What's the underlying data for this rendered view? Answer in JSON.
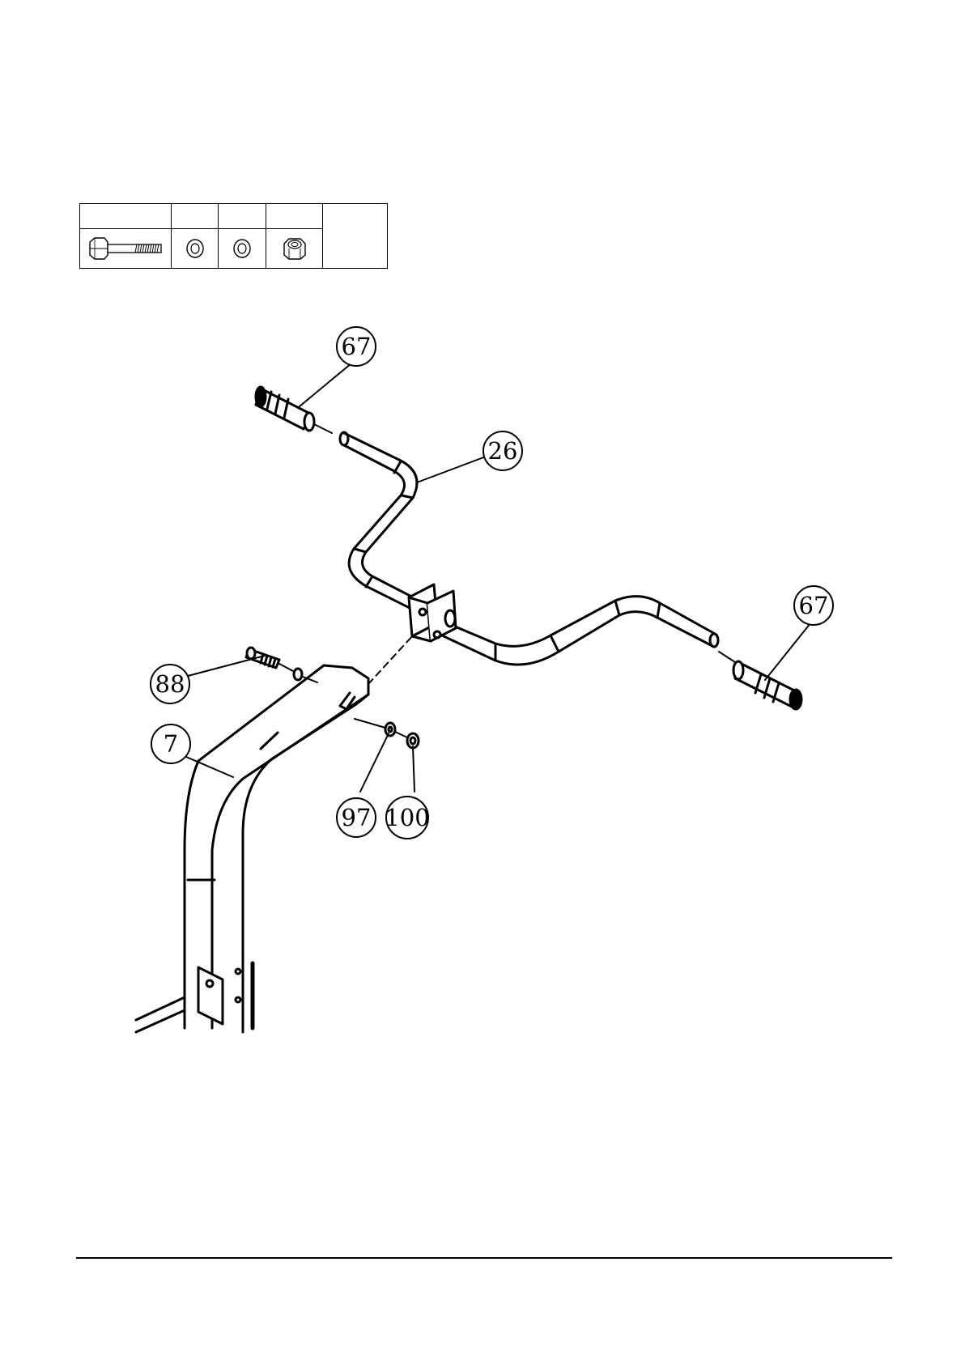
{
  "hardware_table": {
    "header_cells": [
      "",
      "",
      "",
      "",
      ""
    ],
    "items": [
      {
        "icon": "hex-bolt-icon"
      },
      {
        "icon": "flat-washer-icon"
      },
      {
        "icon": "flat-washer-icon"
      },
      {
        "icon": "lock-nut-icon"
      }
    ]
  },
  "callouts": [
    {
      "label": "67"
    },
    {
      "label": "26"
    },
    {
      "label": "67"
    },
    {
      "label": "88"
    },
    {
      "label": "7"
    },
    {
      "label": "97"
    },
    {
      "label": "100"
    }
  ],
  "colors": {
    "line": "#000000",
    "background": "#ffffff"
  }
}
